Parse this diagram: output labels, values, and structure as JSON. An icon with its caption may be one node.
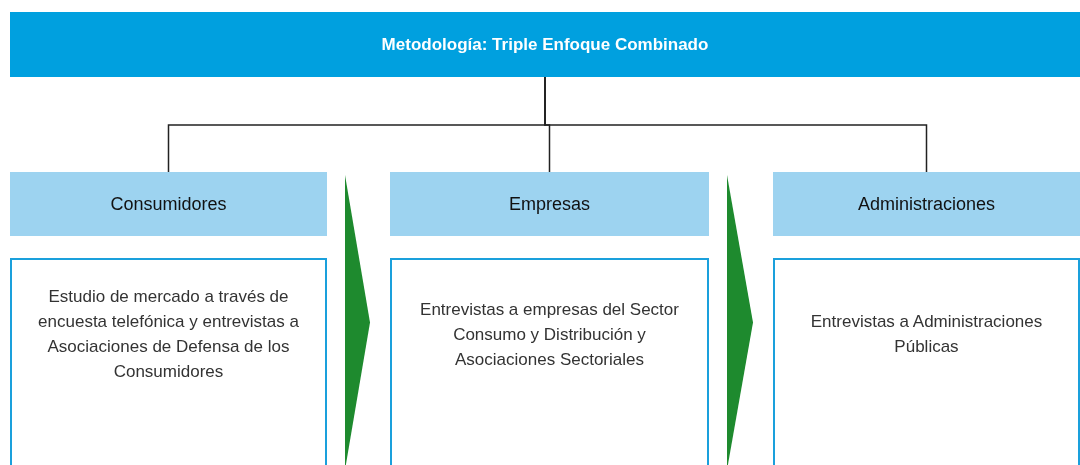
{
  "diagram": {
    "nodes": [
      {
        "text": [
          "Metodología: Triple Enfoque Combinado"
        ]
      },
      {
        "text": [
          "Consumidores"
        ]
      },
      {
        "text": [
          "Empresas"
        ]
      },
      {
        "text": [
          "Administraciones"
        ]
      },
      {
        "text": [
          "Estudio de mercado a través de encuesta telefónica y entrevistas a Asociaciones de Defensa de los Consumidores"
        ]
      },
      {
        "text": [
          "Entrevistas a empresas del Sector Consumo y Distribución y Asociaciones Sectoriales"
        ]
      },
      {
        "text": [
          "Entrevistas a Administraciones Públicas"
        ]
      }
    ],
    "edges": [
      {
        "from": 0,
        "to": 1,
        "arrow": "none"
      },
      {
        "from": 0,
        "to": 2,
        "arrow": "none"
      },
      {
        "from": 0,
        "to": 3,
        "arrow": "none"
      },
      {
        "from": 4,
        "to": 5,
        "arrow": "to",
        "style": "thick",
        "color": "#1e8a2e"
      },
      {
        "from": 5,
        "to": 6,
        "arrow": "to",
        "style": "thick",
        "color": "#1e8a2e"
      }
    ]
  }
}
